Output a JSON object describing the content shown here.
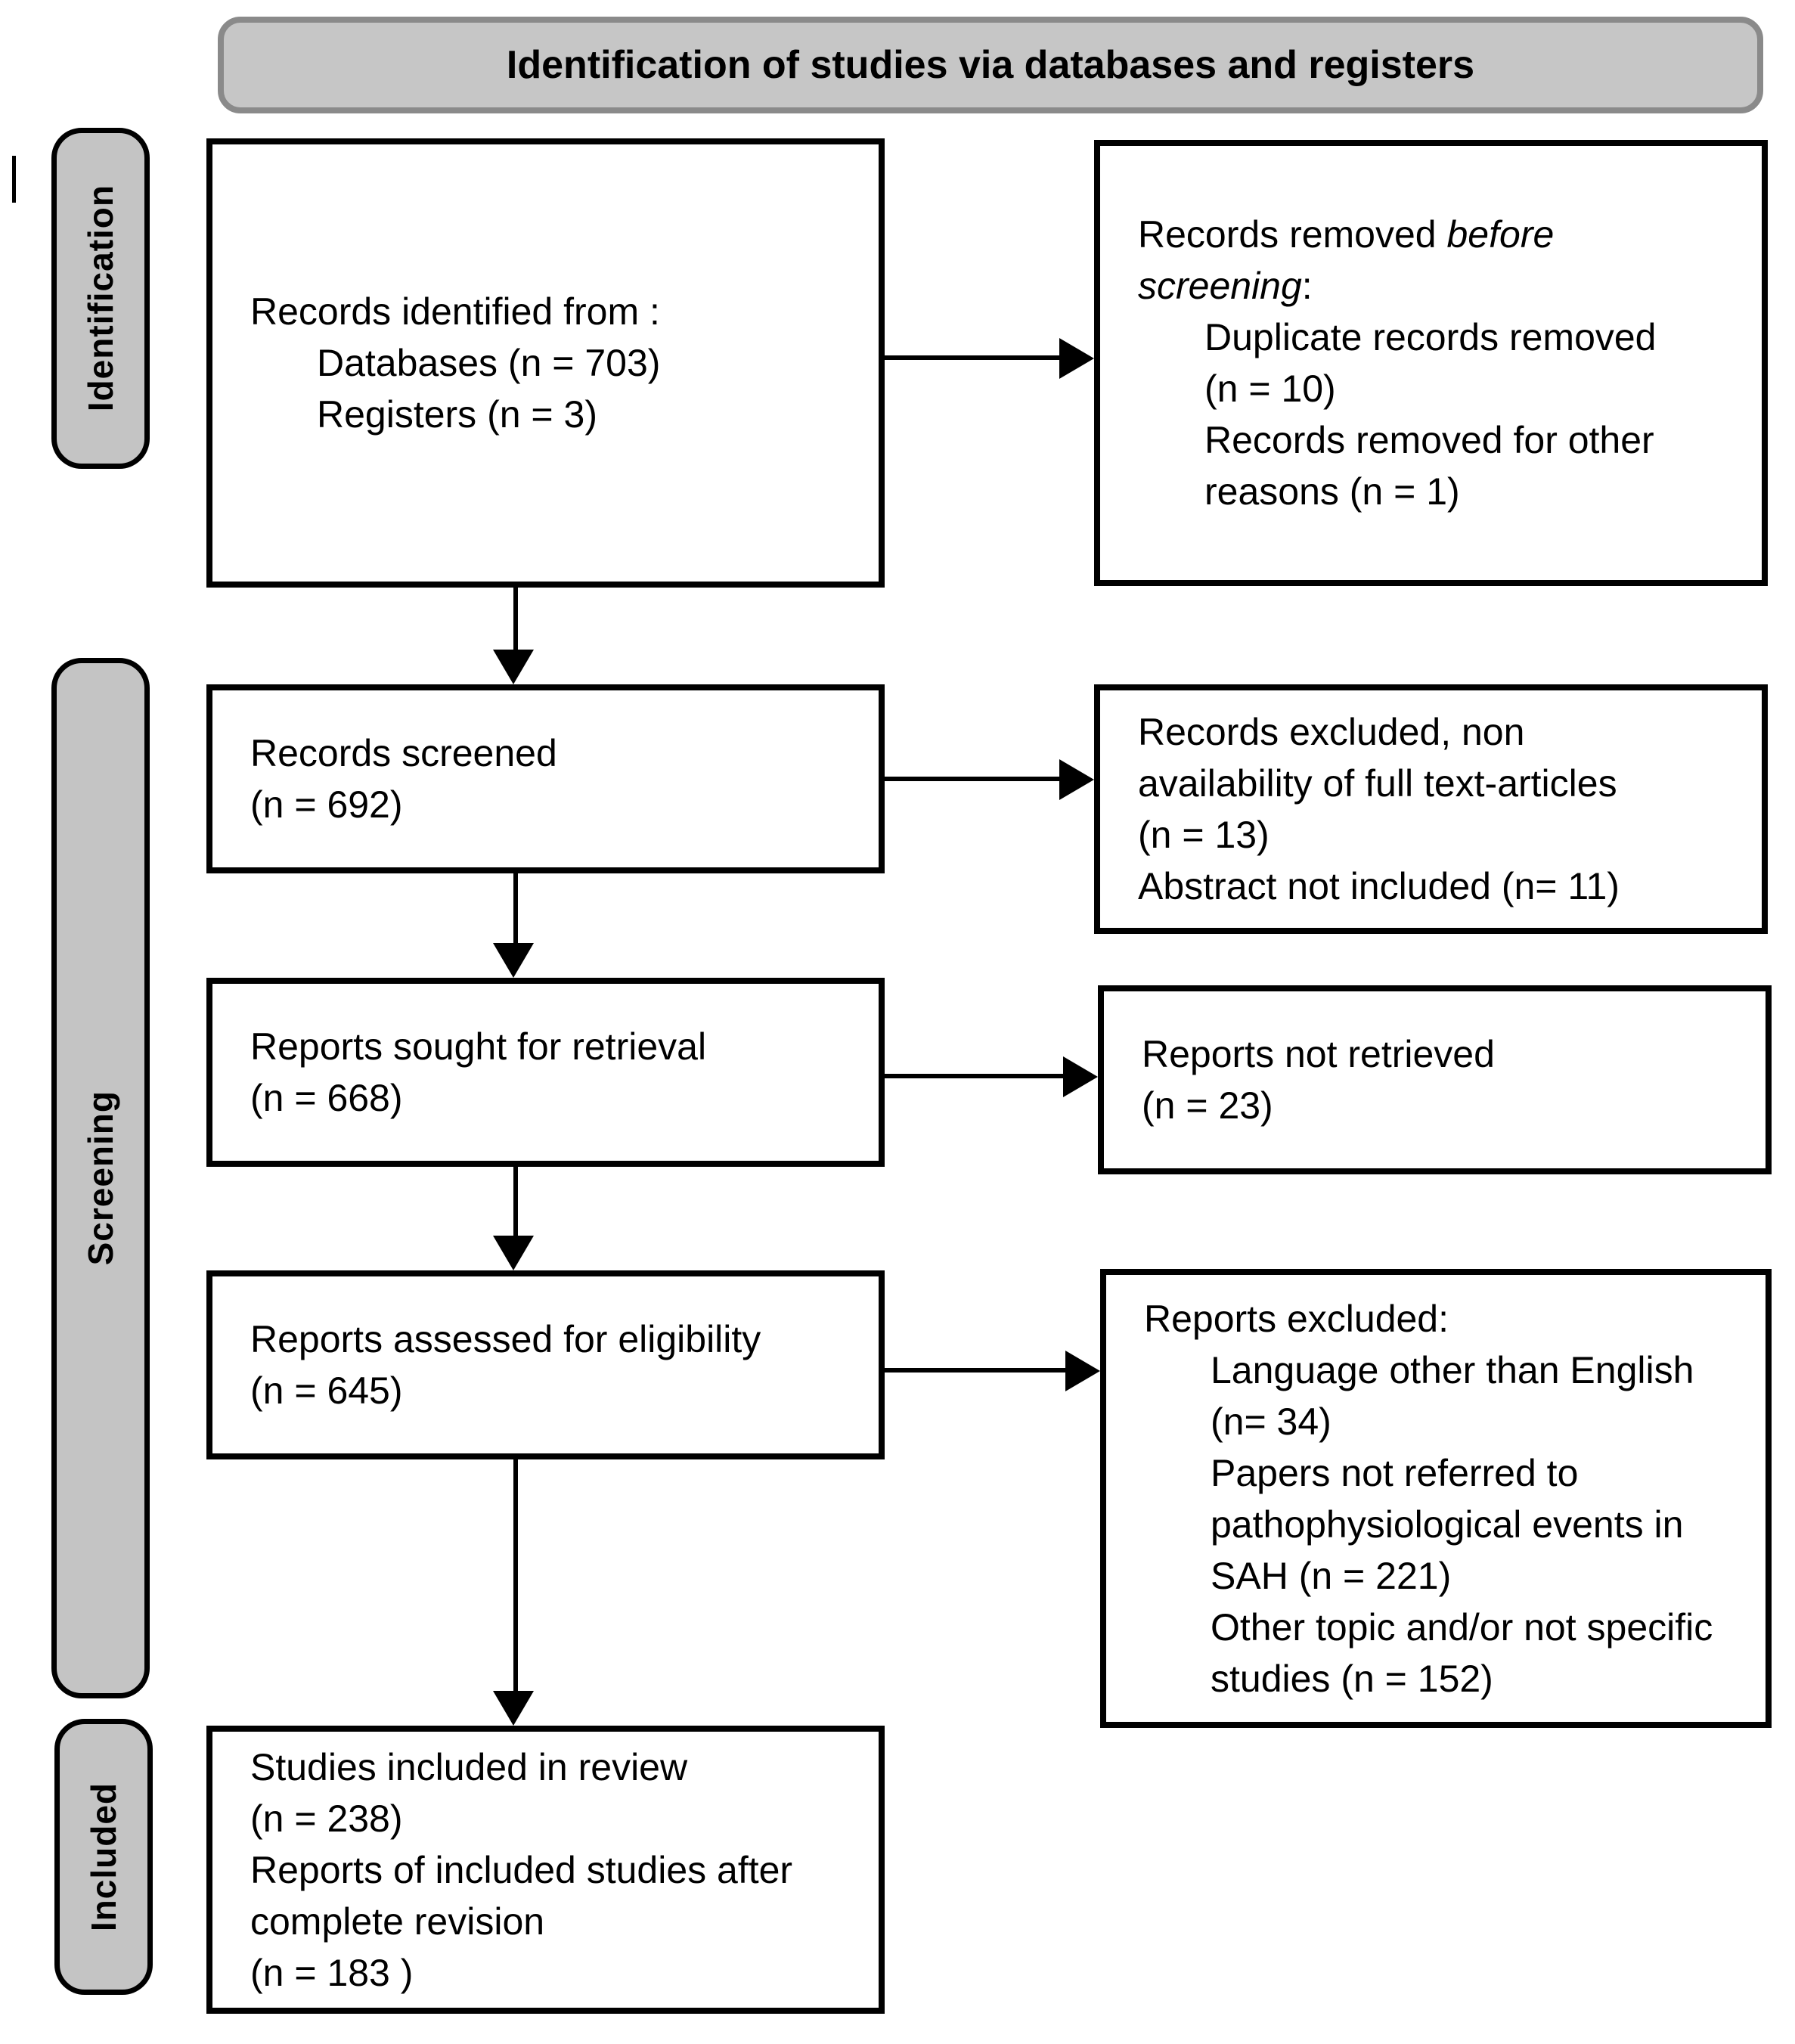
{
  "banner": {
    "title": "Identification of studies via databases and registers"
  },
  "stages": {
    "identification": "Identification",
    "screening": "Screening",
    "included": "Included"
  },
  "boxes": {
    "records_identified": {
      "lines": [
        "Records identified from :",
        "Databases (n = 703)",
        "Registers (n = 3)"
      ]
    },
    "records_screened": {
      "lines": [
        "Records screened",
        "(n = 692)"
      ]
    },
    "reports_sought": {
      "lines": [
        "Reports sought for retrieval",
        "(n = 668)"
      ]
    },
    "reports_assessed": {
      "lines": [
        "Reports assessed for eligibility",
        "(n = 645)"
      ]
    },
    "studies_included": {
      "lines": [
        "Studies included in review",
        "(n = 238)",
        "Reports of included studies after",
        "complete revision",
        "(n = 183 )"
      ]
    },
    "records_removed": {
      "line1_normal": "Records removed ",
      "line1_italic": "before",
      "line2_italic": "screening",
      "line2_after": ":",
      "items": [
        "Duplicate records removed",
        "(n = 10)",
        "Records removed for other",
        "reasons (n = 1)"
      ]
    },
    "records_excluded": {
      "lines": [
        "Records excluded, non",
        "availability of full text-articles",
        "(n = 13)",
        "Abstract not included (n= 11)"
      ]
    },
    "reports_not_retrieved": {
      "lines": [
        "Reports not retrieved",
        "(n = 23)"
      ]
    },
    "reports_excluded": {
      "title": "Reports excluded:",
      "items": [
        "Language other than English",
        "(n= 34)",
        "Papers not referred to",
        "pathophysiological events in",
        "SAH (n = 221)",
        "Other topic and/or not specific",
        "studies (n = 152)"
      ]
    }
  }
}
